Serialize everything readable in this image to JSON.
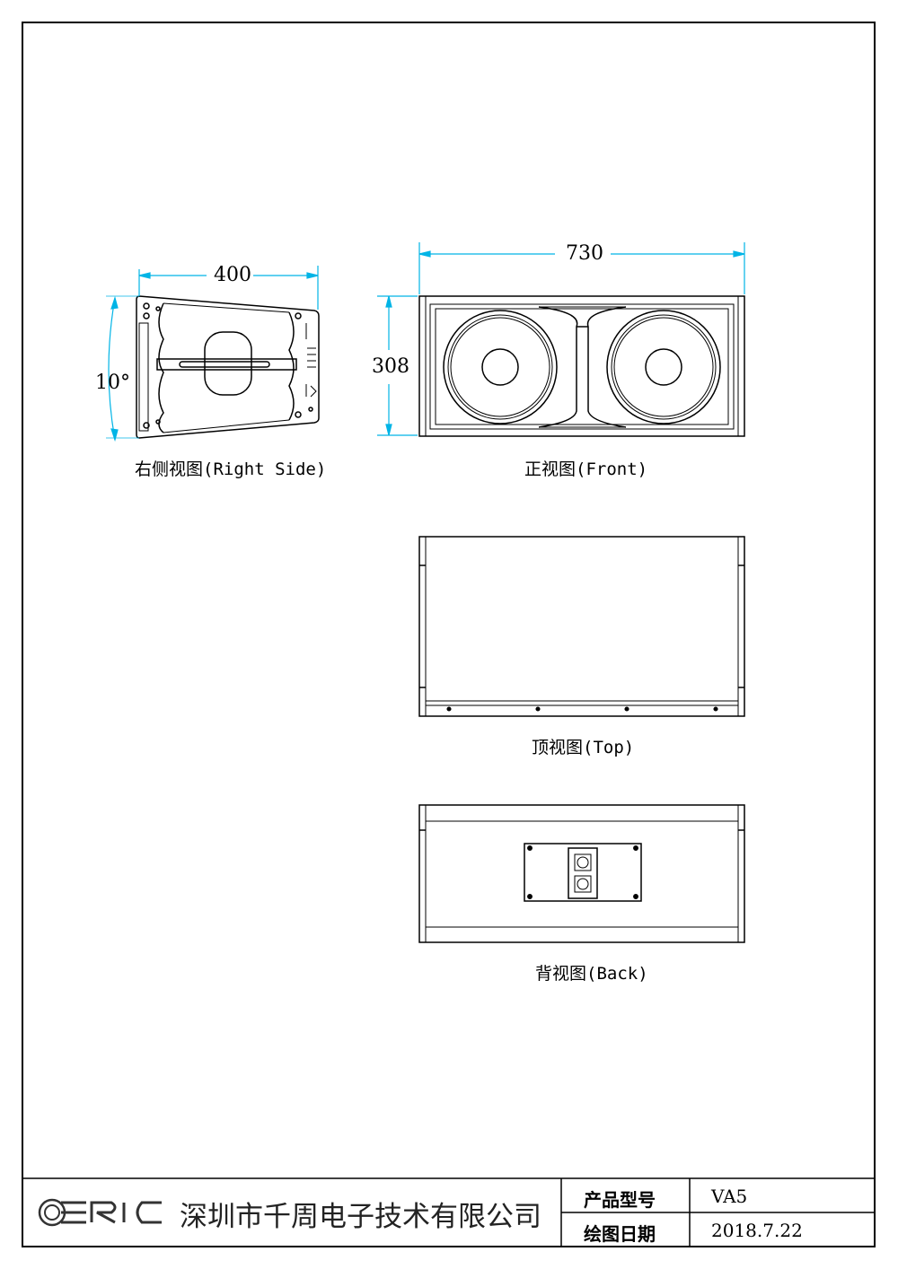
{
  "views": {
    "right_side": {
      "caption": "右侧视图(Right Side)",
      "depth_dim": "400",
      "angle_dim": "10°"
    },
    "front": {
      "caption": "正视图(Front)",
      "width_dim": "730",
      "height_dim": "308"
    },
    "top": {
      "caption": "顶视图(Top)"
    },
    "back": {
      "caption": "背视图(Back)"
    }
  },
  "title_block": {
    "logo_text": "ERIC",
    "company": "深圳市千周电子技术有限公司",
    "model_label": "产品型号",
    "model_value": "VA5",
    "date_label": "绘图日期",
    "date_value": "2018.7.22"
  },
  "colors": {
    "dimension": "#00b4e6",
    "line": "#000000"
  }
}
